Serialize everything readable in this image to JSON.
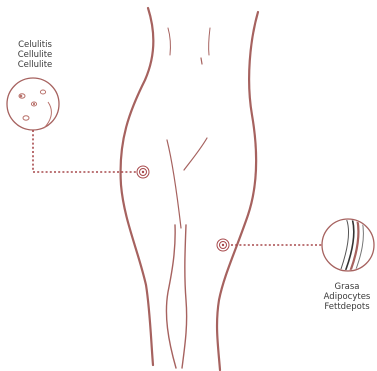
{
  "labels": {
    "cellulite": [
      "Celulitis",
      "Cellulite",
      "Cellulite"
    ],
    "fat": [
      "Grasa",
      "Adipocytes",
      "Fettdepots"
    ]
  },
  "colors": {
    "outline": "#a6625f",
    "accent": "#a7484b",
    "dots": "#b8716b",
    "text": "#3a3a3a"
  },
  "icons": [
    "cellulite-magnifier-icon",
    "fat-layer-magnifier-icon",
    "target-marker-icon"
  ]
}
